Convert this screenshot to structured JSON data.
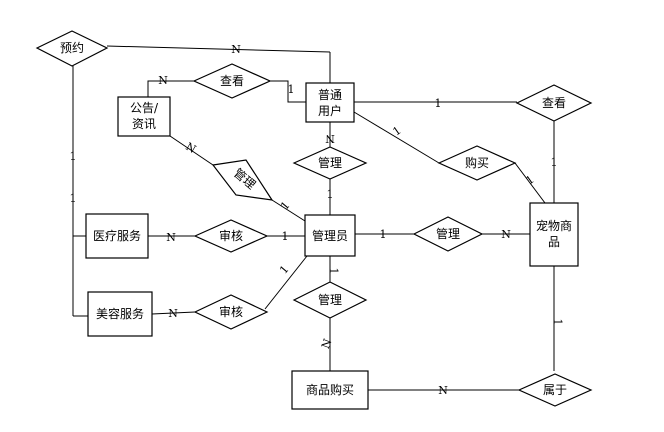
{
  "entities": {
    "user": [
      "普通",
      "用户"
    ],
    "notice": [
      "公告/",
      "资讯"
    ],
    "admin": [
      "管理员"
    ],
    "pet": [
      "宠物商",
      "品"
    ],
    "medical": [
      "医疗服务"
    ],
    "beauty": [
      "美容服务"
    ],
    "purchase": [
      "商品购买"
    ]
  },
  "relations": {
    "reserve": "预约",
    "view_notice": "查看",
    "view_pet": "查看",
    "manage_user": "管理",
    "buy": "购买",
    "manage_notice": "管理",
    "manage_pet": "管理",
    "review_medical": "审核",
    "review_beauty": "审核",
    "manage_purchase": "管理",
    "belong": "属于"
  },
  "cardinalities": {
    "reserve_user": "N",
    "reserve_services_1": "1",
    "reserve_services_2": "1",
    "view_notice_notice": "N",
    "view_notice_user": "1",
    "user_view_pet": "1",
    "view_pet_pet": "1",
    "user_manage": "N",
    "manage_admin": "1",
    "user_buy": "1",
    "buy_pet": "1",
    "notice_manage": "N",
    "manage_admin_2": "1",
    "admin_manage_pet": "1",
    "manage_pet_pet": "N",
    "medical_review": "N",
    "review_admin": "1",
    "beauty_review": "N",
    "review_admin_2": "1",
    "admin_manage_purchase": "1",
    "manage_purchase_purchase": "N",
    "purchase_belong": "N",
    "belong_pet": "1"
  }
}
